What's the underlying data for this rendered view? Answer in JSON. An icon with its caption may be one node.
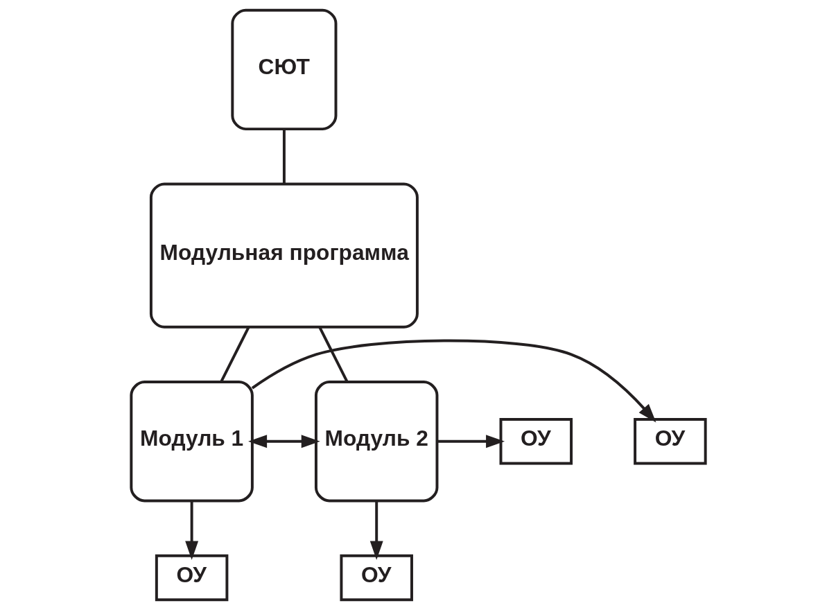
{
  "diagram": {
    "nodes": [
      {
        "text": [
          "СЮТ"
        ]
      },
      {
        "text": [
          "Модульная программа"
        ]
      },
      {
        "text": [
          "ОУ"
        ]
      },
      {
        "text": [
          "ОУ"
        ]
      },
      {
        "text": [
          "Модуль 1"
        ]
      },
      {
        "text": [
          "Модуль 2"
        ]
      },
      {
        "text": [
          "ОУ"
        ]
      },
      {
        "text": [
          "ОУ"
        ]
      }
    ],
    "edges": [
      {
        "from": 0,
        "to": 1,
        "arrow": "none"
      },
      {
        "from": 1,
        "to": 4,
        "arrow": "none"
      },
      {
        "from": 1,
        "to": 5,
        "arrow": "none"
      },
      {
        "from": 4,
        "to": 5,
        "arrow": "both"
      },
      {
        "from": 4,
        "to": 2,
        "arrow": "to"
      },
      {
        "from": 4,
        "to": 6,
        "arrow": "to"
      },
      {
        "from": 5,
        "to": 3,
        "arrow": "to"
      },
      {
        "from": 5,
        "to": 7,
        "arrow": "to"
      }
    ]
  }
}
